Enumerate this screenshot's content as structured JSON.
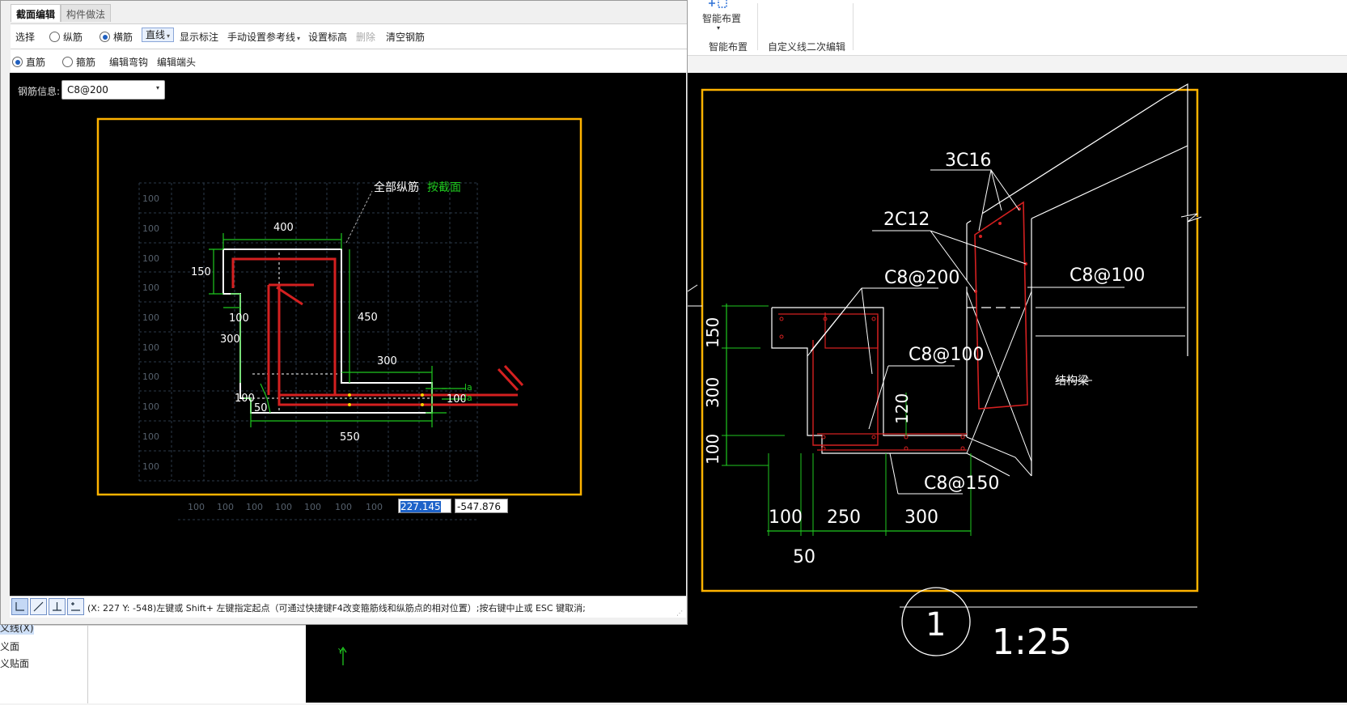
{
  "ribbon": {
    "smart_layout_button": "智能布置",
    "group_smart_layout": "智能布置",
    "group_custom_line_edit": "自定义线二次编辑"
  },
  "dialog": {
    "tabs": [
      {
        "label": "截面编辑",
        "active": true
      },
      {
        "label": "构件做法",
        "active": false
      }
    ],
    "toolbar1": {
      "select": "选择",
      "longitudinal": "纵筋",
      "transverse": "横筋",
      "line_mode": "直线",
      "show_dimensions": "显示标注",
      "manual_ref_line": "手动设置参考线",
      "set_elevation": "设置标高",
      "delete": "删除",
      "clear_rebar": "清空钢筋"
    },
    "toolbar2": {
      "straight_bar": "直筋",
      "stirrup": "箍筋",
      "edit_hook": "编辑弯钩",
      "edit_end": "编辑端头"
    },
    "rebar_info_label": "钢筋信息:",
    "rebar_info_value": "C8@200",
    "coord_x": "227.145",
    "coord_y": "-547.876",
    "status_text": "(X: 227 Y: -548)左键或 Shift+ 左键指定起点（可通过快捷键F4改变箍筋线和纵筋点的相对位置）;按右键中止或 ESC 键取消;"
  },
  "section_drawing": {
    "annotation_all_long": "全部纵筋",
    "annotation_by_section": "按截面",
    "grid_label": "100",
    "dims": {
      "d400": "400",
      "d150": "150",
      "d100a": "100",
      "d450": "450",
      "d300a": "300",
      "d300b": "300",
      "d100b": "100",
      "d50": "50",
      "d550": "550",
      "d100c": "100",
      "la1": "la",
      "la2": "la"
    }
  },
  "detail_drawing": {
    "labels": {
      "l3c16": "3C16",
      "l2c12": "2C12",
      "lc8200": "C8@200",
      "lc8100a": "C8@100",
      "lc8100b": "C8@100",
      "l120": "120",
      "lbeam": "结构梁",
      "lc8150": "C8@150",
      "v150": "150",
      "v300": "300",
      "v100": "100",
      "h100": "100",
      "h250": "250",
      "h300": "300",
      "h50": "50",
      "detail_no": "1",
      "scale": "1:25"
    }
  },
  "bottom_panel": {
    "items": [
      "义线(X)",
      "义面",
      "义贴面"
    ]
  },
  "colors": {
    "frame": "#ffb300",
    "rebar": "#d42020",
    "dim": "#1fc81f",
    "outline": "#ffffff"
  }
}
